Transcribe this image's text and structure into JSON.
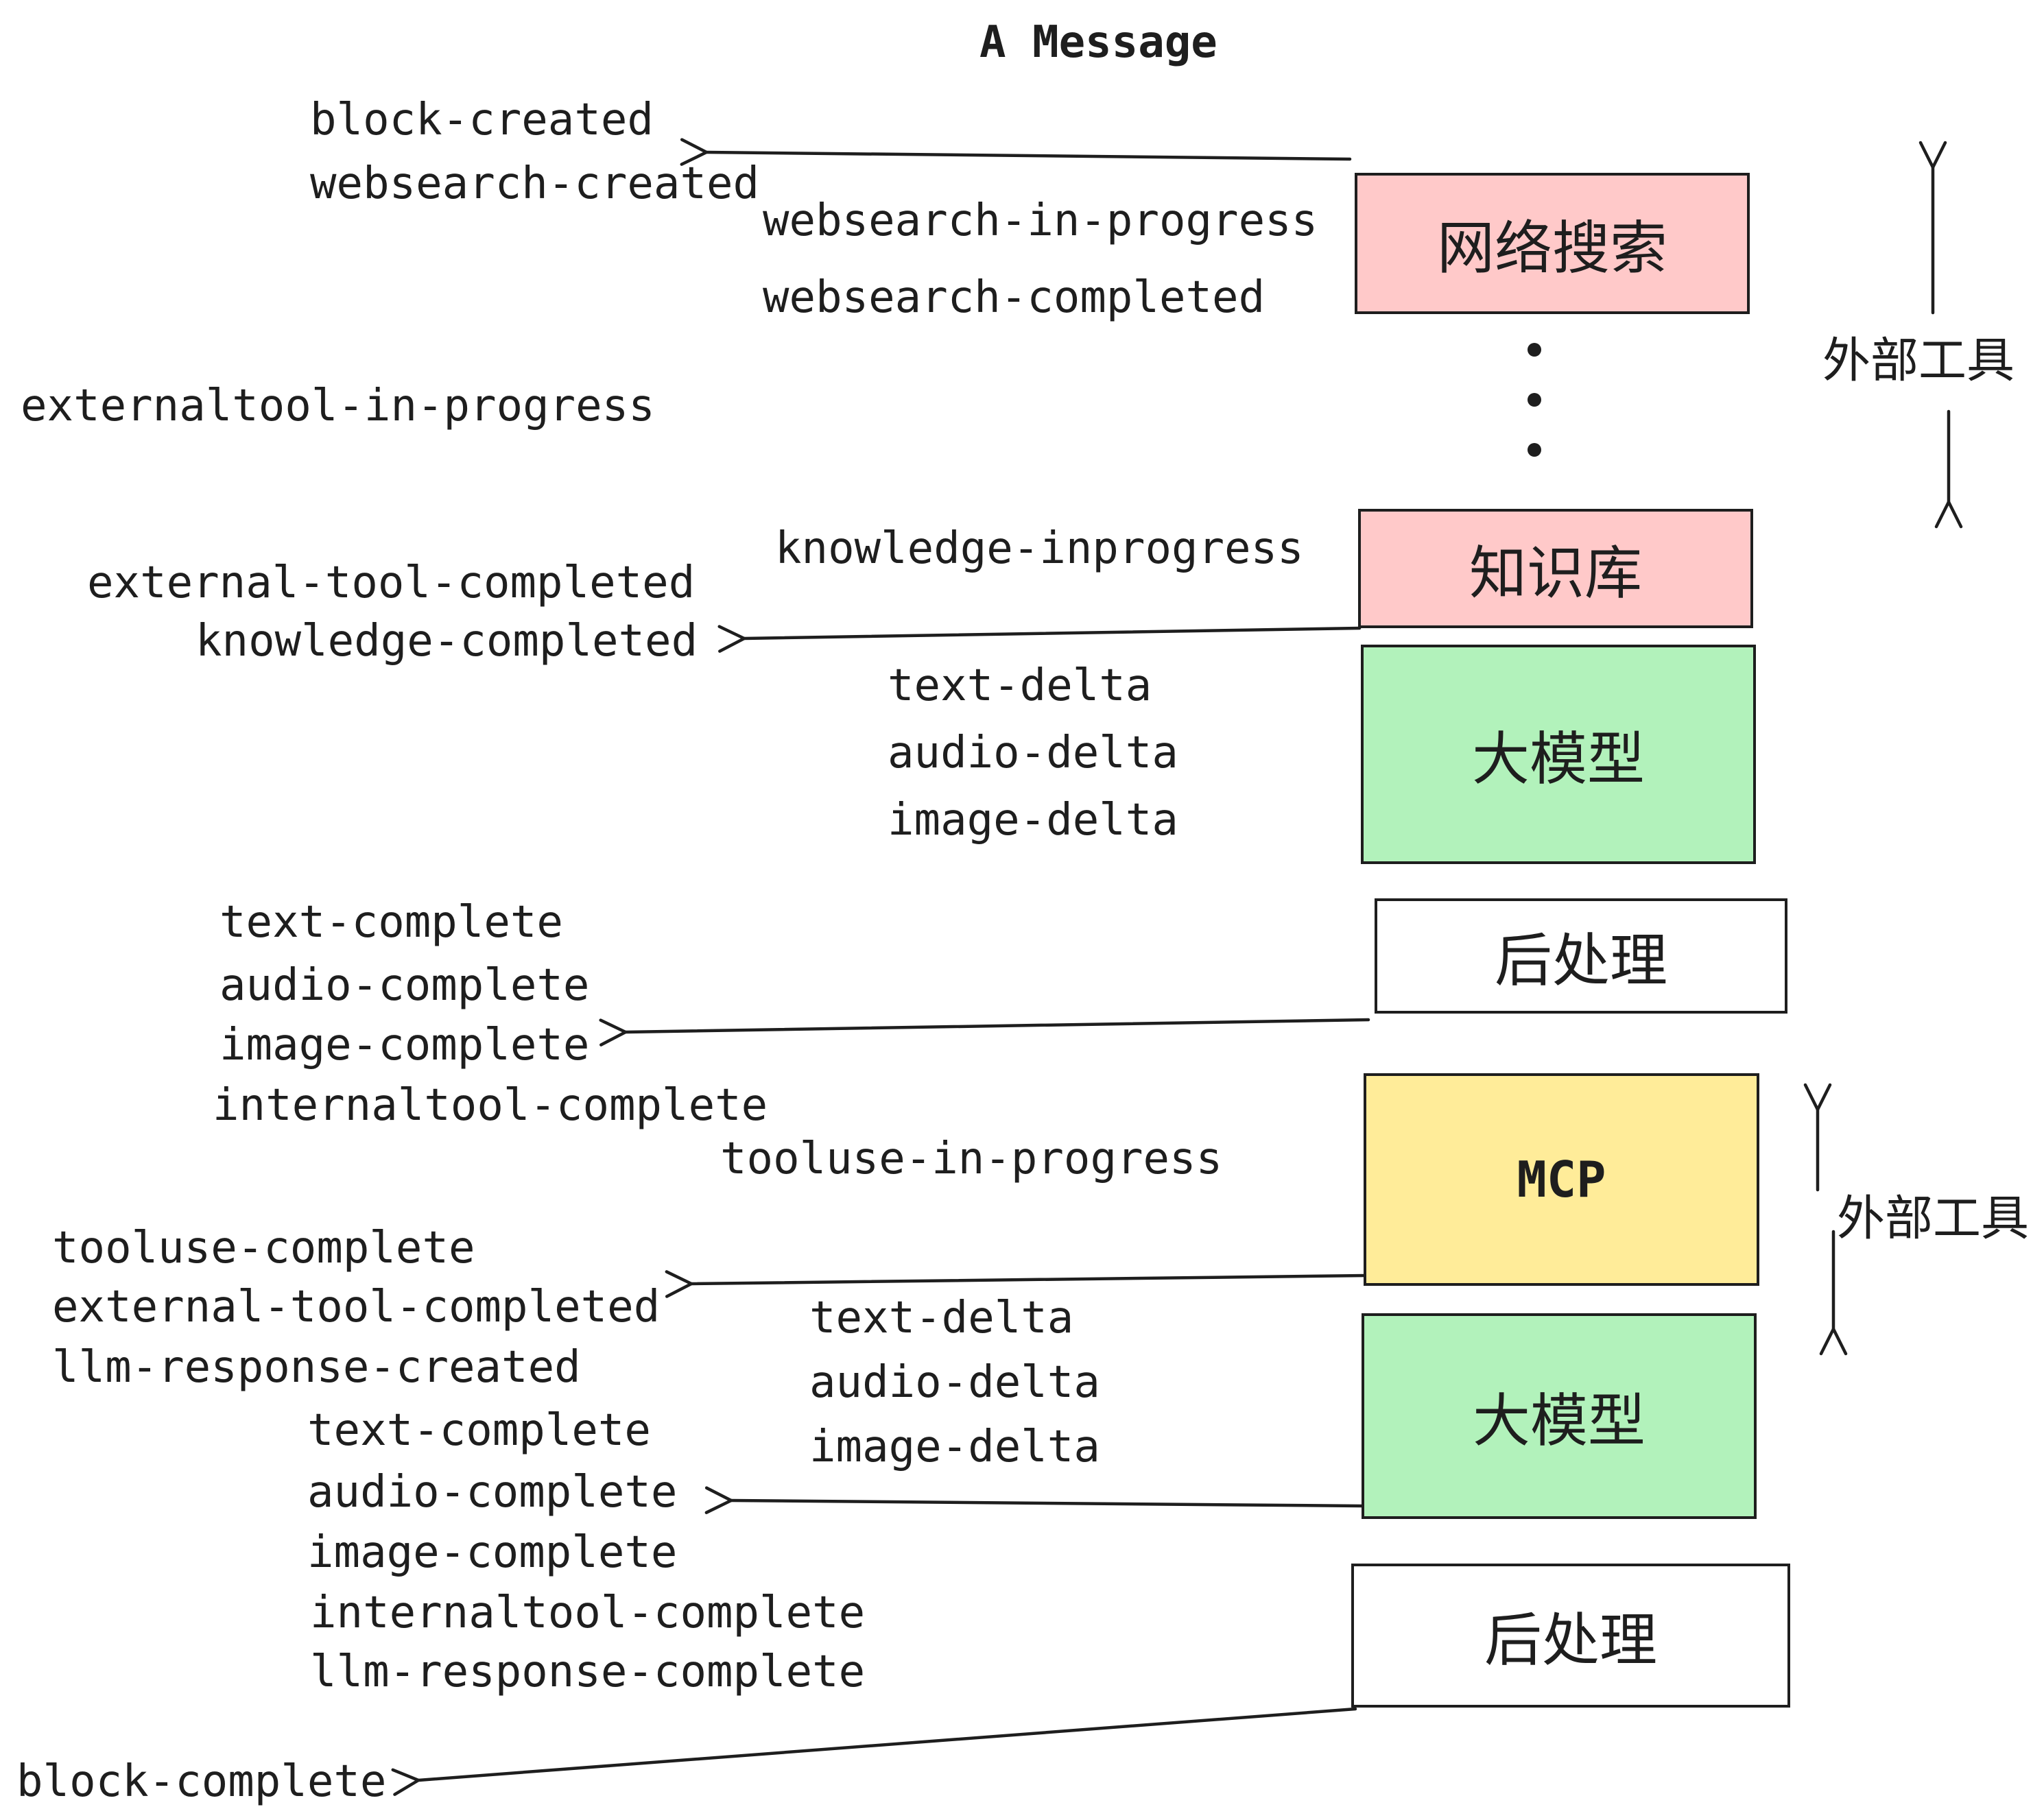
{
  "title": "A Message",
  "events": {
    "block_created": "block-created",
    "websearch_created": "websearch-created",
    "websearch_in_progress": "websearch-in-progress",
    "websearch_completed": "websearch-completed",
    "externaltool_in_progress": "externaltool-in-progress",
    "knowledge_inprogress": "knowledge-inprogress",
    "external_tool_completed": "external-tool-completed",
    "knowledge_completed": "knowledge-completed",
    "text_delta": "text-delta",
    "audio_delta": "audio-delta",
    "image_delta": "image-delta",
    "text_complete": "text-complete",
    "audio_complete": "audio-complete",
    "image_complete": "image-complete",
    "internaltool_complete": "internaltool-complete",
    "tooluse_in_progress": "tooluse-in-progress",
    "tooluse_complete": "tooluse-complete",
    "llm_response_created": "llm-response-created",
    "llm_response_complete": "llm-response-complete",
    "block_complete": "block-complete"
  },
  "nodes": {
    "websearch": {
      "label": "网络搜索",
      "fill": "#ffc9c9"
    },
    "knowledge": {
      "label": "知识库",
      "fill": "#ffc9c9"
    },
    "llm": {
      "label": "大模型",
      "fill": "#b2f2bb"
    },
    "postprocess": {
      "label": "后处理",
      "fill": "#ffffff"
    },
    "mcp": {
      "label": "MCP",
      "fill": "#ffec99"
    }
  },
  "annotations": {
    "external_tools": "外部工具",
    "dots_count": 3
  },
  "colors": {
    "stroke": "#1e1e1e",
    "background": "#ffffff"
  }
}
